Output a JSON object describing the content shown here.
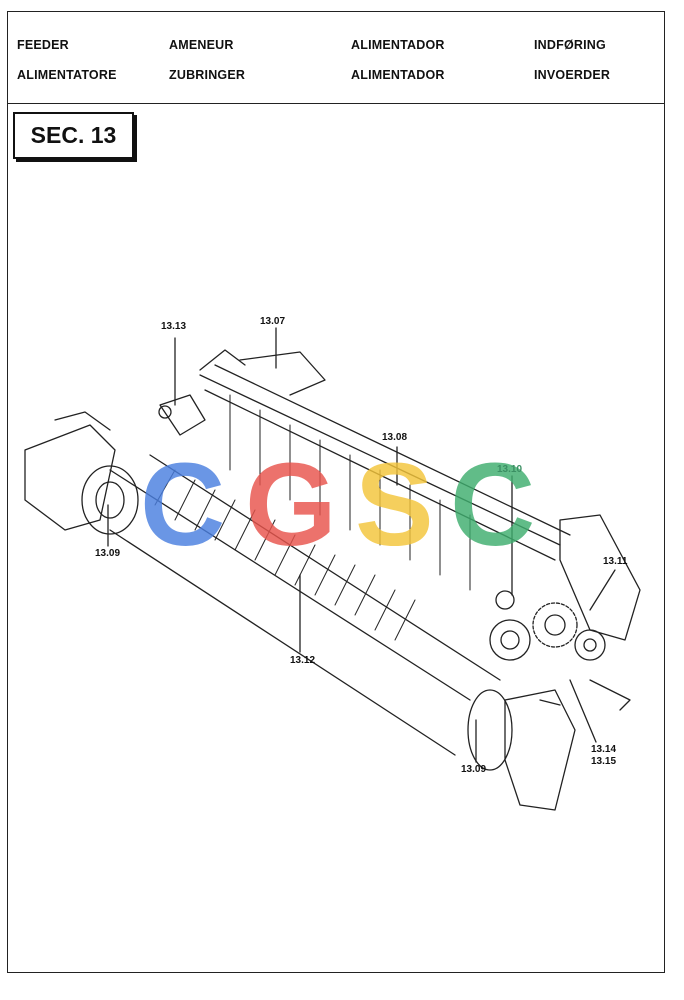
{
  "header": {
    "row1": [
      "FEEDER",
      "AMENEUR",
      "ALIMENTADOR",
      "INDFØRING"
    ],
    "row2": [
      "ALIMENTATORE",
      "ZUBRINGER",
      "ALIMENTADOR",
      "INVOERDER"
    ]
  },
  "section": {
    "label": "SEC. 13"
  },
  "callouts": {
    "c1313": "13.13",
    "c1307": "13.07",
    "c1308": "13.08",
    "c1310": "13.10",
    "c1311": "13.11",
    "c1309a": "13.09",
    "c1312": "13.12",
    "c1314": "13.14",
    "c1315": "13.15",
    "c1309b": "13.09"
  },
  "watermark": {
    "letters": [
      "C",
      "G",
      "S",
      "C"
    ],
    "colors": [
      "#4a7fe0",
      "#e8544c",
      "#f4c53a",
      "#3fae6e"
    ]
  },
  "colors": {
    "line": "#222222",
    "callout_highlight": "#3b8f63"
  }
}
